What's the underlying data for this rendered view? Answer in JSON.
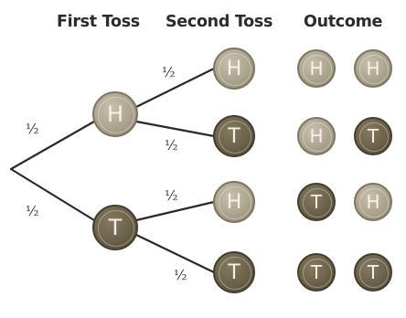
{
  "headers": {
    "first_toss": "First Toss",
    "second_toss": "Second Toss",
    "outcome": "Outcome"
  },
  "probability_label": "½",
  "coin_letters": {
    "heads": "H",
    "tails": "T"
  },
  "first_toss": [
    "H",
    "T"
  ],
  "second_toss": [
    {
      "parent": "H",
      "result": "H"
    },
    {
      "parent": "H",
      "result": "T"
    },
    {
      "parent": "T",
      "result": "H"
    },
    {
      "parent": "T",
      "result": "T"
    }
  ],
  "outcomes": [
    [
      "H",
      "H"
    ],
    [
      "H",
      "T"
    ],
    [
      "T",
      "H"
    ],
    [
      "T",
      "T"
    ]
  ],
  "colors": {
    "heads_coin": "#aba38d",
    "tails_coin": "#6b614a",
    "branch_line": "#2a2a2a",
    "header_text": "#2c2c2c"
  }
}
